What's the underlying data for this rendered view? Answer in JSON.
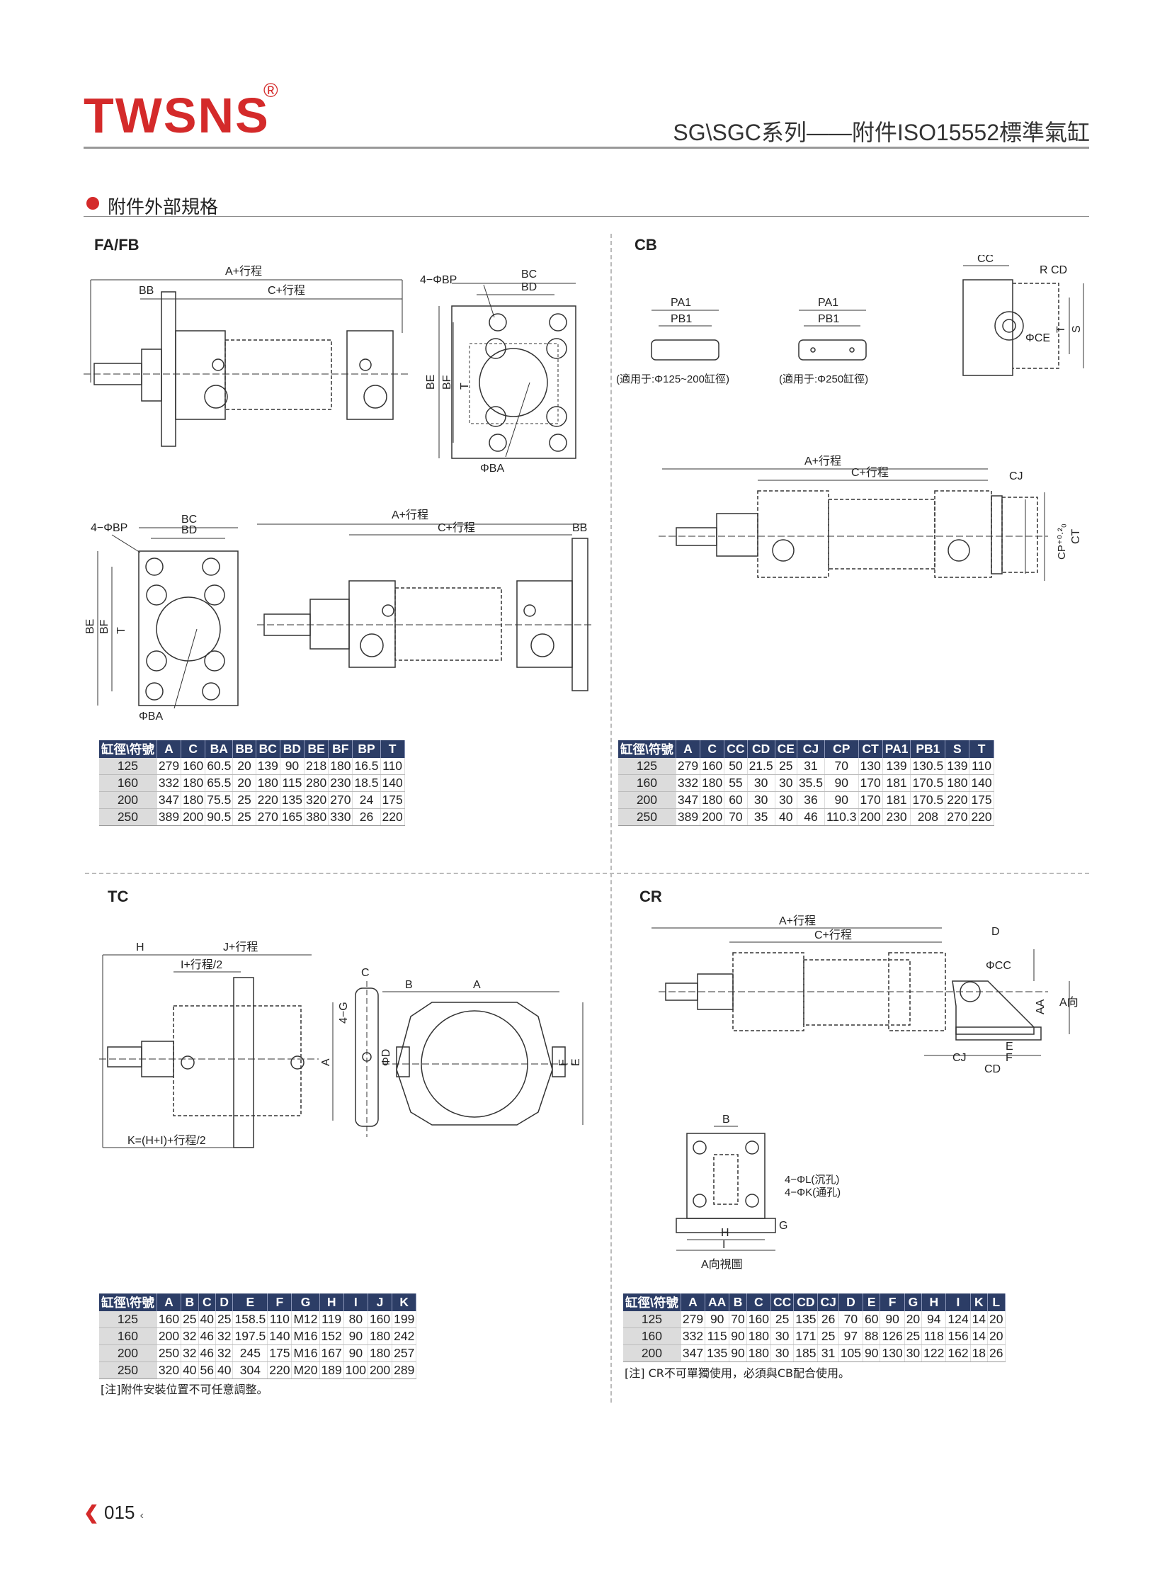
{
  "header": {
    "brand": "TWSNS",
    "registered": "®",
    "title": "SG\\SGC系列——附件ISO15552標準氣缸"
  },
  "section_title": "附件外部規格",
  "accessories": {
    "fafb": {
      "label": "FA/FB"
    },
    "cb": {
      "label": "CB"
    },
    "tc": {
      "label": "TC"
    },
    "cr": {
      "label": "CR"
    }
  },
  "drawing_labels": {
    "a_stroke": "A+行程",
    "c_stroke": "C+行程",
    "j_stroke": "J+行程",
    "i_stroke": "I+行程/2",
    "k_formula": "K=(H+I)+行程/2",
    "bb": "BB",
    "bc": "BC",
    "bd": "BD",
    "be": "BE",
    "bf": "BF",
    "t": "T",
    "phi_ba": "ΦBA",
    "phi_bp": "4−ΦBP",
    "pa1": "PA1",
    "pb1": "PB1",
    "note_125_200": "(適用于:Φ125~200缸徑)",
    "note_250": "(適用于:Φ250缸徑)",
    "cc": "CC",
    "rcd": "R CD",
    "phi_ce": "ΦCE",
    "s": "S",
    "cj": "CJ",
    "cp": "CP⁺⁰·²₀",
    "ct": "CT",
    "h": "H",
    "c": "C",
    "b": "B",
    "a": "A",
    "g4": "4−G",
    "phi_d": "ΦD",
    "f": "F",
    "e": "E",
    "d": "D",
    "phi_cc": "ΦCC",
    "aa": "AA",
    "a_dir": "A向",
    "cd": "CD",
    "phi_l": "4−ΦL(沉孔)",
    "phi_k": "4−ΦK(通孔)",
    "g": "G",
    "i": "I",
    "a_view": "A向視圖"
  },
  "tables": {
    "fafb": {
      "headers": [
        "缸徑\\符號",
        "A",
        "C",
        "BA",
        "BB",
        "BC",
        "BD",
        "BE",
        "BF",
        "BP",
        "T"
      ],
      "rows": [
        [
          "125",
          "279",
          "160",
          "60.5",
          "20",
          "139",
          "90",
          "218",
          "180",
          "16.5",
          "110"
        ],
        [
          "160",
          "332",
          "180",
          "65.5",
          "20",
          "180",
          "115",
          "280",
          "230",
          "18.5",
          "140"
        ],
        [
          "200",
          "347",
          "180",
          "75.5",
          "25",
          "220",
          "135",
          "320",
          "270",
          "24",
          "175"
        ],
        [
          "250",
          "389",
          "200",
          "90.5",
          "25",
          "270",
          "165",
          "380",
          "330",
          "26",
          "220"
        ]
      ]
    },
    "cb": {
      "headers": [
        "缸徑\\符號",
        "A",
        "C",
        "CC",
        "CD",
        "CE",
        "CJ",
        "CP",
        "CT",
        "PA1",
        "PB1",
        "S",
        "T"
      ],
      "rows": [
        [
          "125",
          "279",
          "160",
          "50",
          "21.5",
          "25",
          "31",
          "70",
          "130",
          "139",
          "130.5",
          "139",
          "110"
        ],
        [
          "160",
          "332",
          "180",
          "55",
          "30",
          "30",
          "35.5",
          "90",
          "170",
          "181",
          "170.5",
          "180",
          "140"
        ],
        [
          "200",
          "347",
          "180",
          "60",
          "30",
          "30",
          "36",
          "90",
          "170",
          "181",
          "170.5",
          "220",
          "175"
        ],
        [
          "250",
          "389",
          "200",
          "70",
          "35",
          "40",
          "46",
          "110.3",
          "200",
          "230",
          "208",
          "270",
          "220"
        ]
      ]
    },
    "tc": {
      "headers": [
        "缸徑\\符號",
        "A",
        "B",
        "C",
        "D",
        "E",
        "F",
        "G",
        "H",
        "I",
        "J",
        "K"
      ],
      "rows": [
        [
          "125",
          "160",
          "25",
          "40",
          "25",
          "158.5",
          "110",
          "M12",
          "119",
          "80",
          "160",
          "199"
        ],
        [
          "160",
          "200",
          "32",
          "46",
          "32",
          "197.5",
          "140",
          "M16",
          "152",
          "90",
          "180",
          "242"
        ],
        [
          "200",
          "250",
          "32",
          "46",
          "32",
          "245",
          "175",
          "M16",
          "167",
          "90",
          "180",
          "257"
        ],
        [
          "250",
          "320",
          "40",
          "56",
          "40",
          "304",
          "220",
          "M20",
          "189",
          "100",
          "200",
          "289"
        ]
      ],
      "note": "[注]附件安裝位置不可任意調整。"
    },
    "cr": {
      "headers": [
        "缸徑\\符號",
        "A",
        "AA",
        "B",
        "C",
        "CC",
        "CD",
        "CJ",
        "D",
        "E",
        "F",
        "G",
        "H",
        "I",
        "K",
        "L"
      ],
      "rows": [
        [
          "125",
          "279",
          "90",
          "70",
          "160",
          "25",
          "135",
          "26",
          "70",
          "60",
          "90",
          "20",
          "94",
          "124",
          "14",
          "20"
        ],
        [
          "160",
          "332",
          "115",
          "90",
          "180",
          "30",
          "171",
          "25",
          "97",
          "88",
          "126",
          "25",
          "118",
          "156",
          "14",
          "20"
        ],
        [
          "200",
          "347",
          "135",
          "90",
          "180",
          "30",
          "185",
          "31",
          "105",
          "90",
          "130",
          "30",
          "122",
          "162",
          "18",
          "26"
        ]
      ],
      "note": "[注] CR不可單獨使用，必須與CB配合使用。"
    }
  },
  "footer": {
    "page_number": "015"
  }
}
